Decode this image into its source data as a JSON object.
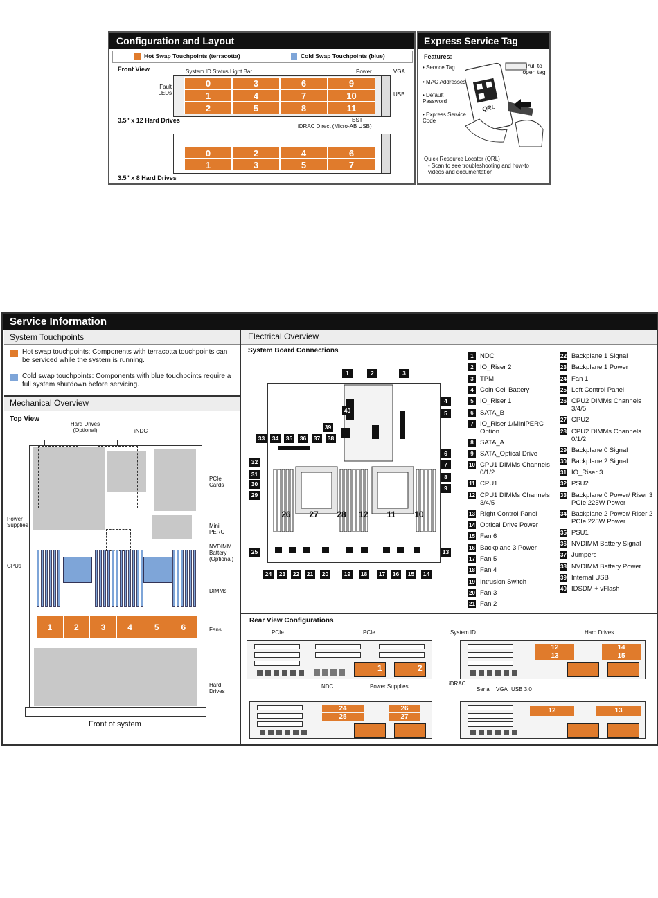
{
  "config": {
    "title": "Configuration and Layout",
    "hot_legend": "Hot Swap Touchpoints (terracotta)",
    "cold_legend": "Cold Swap Touchpoints (blue)",
    "front_view": "Front View",
    "labels": {
      "system_id": "System ID Status Light Bar",
      "fault_leds": "Fault LEDs",
      "power": "Power",
      "vga": "VGA",
      "usb": "USB",
      "est": "EST",
      "idrac_direct": "iDRAC Direct (Micro-AB USB)"
    },
    "drives12_caption": "3.5\" x 12 Hard Drives",
    "drives8_caption": "3.5\" x 8 Hard Drives",
    "drives12": [
      [
        "0",
        "3",
        "6",
        "9"
      ],
      [
        "1",
        "4",
        "7",
        "10"
      ],
      [
        "2",
        "5",
        "8",
        "11"
      ]
    ],
    "drives8": [
      [
        "0",
        "2",
        "4",
        "6"
      ],
      [
        "1",
        "3",
        "5",
        "7"
      ]
    ]
  },
  "express": {
    "title": "Express Service Tag",
    "features_label": "Features:",
    "features": [
      "Service Tag",
      "MAC Addresses",
      "Default Password",
      "Express Service Code"
    ],
    "qrl": "Quick Resource Locator (QRL)",
    "qrl_sub": "- Scan to see troubleshooting and how-to videos and documentation",
    "pull": "Pull to open tag",
    "qrl_tag": "QRL"
  },
  "service": {
    "title": "Service Information",
    "touchpoints_title": "System Touchpoints",
    "hot_text": "Hot swap touchpoints: Components with terracotta touchpoints can be serviced while the system is running.",
    "cold_text": "Cold swap touchpoints: Components with blue touchpoints require a full system shutdown before servicing.",
    "mechanical_title": "Mechanical Overview",
    "top_view": "Top View",
    "mech_labels": {
      "hard_drives_opt": "Hard Drives (Optional)",
      "indc": "iNDC",
      "pcie_cards": "PCIe Cards",
      "power_supplies": "Power Supplies",
      "mini_perc": "Mini PERC",
      "nvdimm": "NVDIMM Battery (Optional)",
      "cpus": "CPUs",
      "dimms": "DIMMs",
      "fans": "Fans",
      "hard_drives": "Hard Drives",
      "front": "Front of system"
    },
    "fans": [
      "1",
      "2",
      "3",
      "4",
      "5",
      "6"
    ]
  },
  "electrical": {
    "title": "Electrical Overview",
    "board_title": "System Board Connections",
    "legend_left": [
      {
        "n": "1",
        "t": "NDC"
      },
      {
        "n": "2",
        "t": "IO_Riser 2"
      },
      {
        "n": "3",
        "t": "TPM"
      },
      {
        "n": "4",
        "t": "Coin Cell Battery"
      },
      {
        "n": "5",
        "t": "IO_Riser 1"
      },
      {
        "n": "6",
        "t": "SATA_B"
      },
      {
        "n": "7",
        "t": "IO_Riser 1/MiniPERC Option"
      },
      {
        "n": "8",
        "t": "SATA_A"
      },
      {
        "n": "9",
        "t": "SATA_Optical Drive"
      },
      {
        "n": "10",
        "t": "CPU1 DIMMs Channels 0/1/2"
      },
      {
        "n": "11",
        "t": "CPU1"
      },
      {
        "n": "12",
        "t": "CPU1 DIMMs Channels 3/4/5"
      },
      {
        "n": "13",
        "t": "Right Control Panel"
      },
      {
        "n": "14",
        "t": "Optical Drive Power"
      },
      {
        "n": "15",
        "t": "Fan 6"
      },
      {
        "n": "16",
        "t": "Backplane 3 Power"
      },
      {
        "n": "17",
        "t": "Fan 5"
      },
      {
        "n": "18",
        "t": "Fan 4"
      },
      {
        "n": "19",
        "t": "Intrusion Switch"
      },
      {
        "n": "20",
        "t": "Fan 3"
      },
      {
        "n": "21",
        "t": "Fan 2"
      }
    ],
    "legend_right": [
      {
        "n": "22",
        "t": "Backplane 1 Signal"
      },
      {
        "n": "23",
        "t": "Backplane 1 Power"
      },
      {
        "n": "24",
        "t": "Fan 1"
      },
      {
        "n": "25",
        "t": "Left Control Panel"
      },
      {
        "n": "26",
        "t": "CPU2 DIMMs Channels 3/4/5"
      },
      {
        "n": "27",
        "t": "CPU2"
      },
      {
        "n": "28",
        "t": "CPU2 DIMMs Channels 0/1/2"
      },
      {
        "n": "29",
        "t": "Backplane 0 Signal"
      },
      {
        "n": "30",
        "t": "Backplane 2 Signal"
      },
      {
        "n": "31",
        "t": "IO_Riser 3"
      },
      {
        "n": "32",
        "t": "PSU2"
      },
      {
        "n": "33",
        "t": "Backplane 0 Power/ Riser 3 PCIe 225W Power"
      },
      {
        "n": "34",
        "t": "Backplane 2 Power/ Riser 2 PCIe 225W Power"
      },
      {
        "n": "35",
        "t": "PSU1"
      },
      {
        "n": "36",
        "t": "NVDIMM Battery Signal"
      },
      {
        "n": "37",
        "t": "Jumpers"
      },
      {
        "n": "38",
        "t": "NVDIMM Battery Power"
      },
      {
        "n": "39",
        "t": "Internal USB"
      },
      {
        "n": "40",
        "t": "IDSDM + vFlash"
      }
    ]
  },
  "rear": {
    "title": "Rear View Configurations",
    "labels": {
      "pcie1": "PCIe",
      "pcie2": "PCIe",
      "ndc": "NDC",
      "psus": "Power Supplies",
      "system_id": "System ID",
      "hard_drives": "Hard Drives",
      "idrac": "iDRAC",
      "serial": "Serial",
      "vga": "VGA",
      "usb3": "USB 3.0"
    },
    "psu_nums": [
      "1",
      "2"
    ],
    "cfg2_drives": [
      "12",
      "14",
      "13",
      "15"
    ],
    "cfg3_drives": [
      "24",
      "26",
      "25",
      "27"
    ],
    "cfg4_drives": [
      "12",
      "13"
    ]
  },
  "colors": {
    "terracotta": "#e07b2c",
    "blue": "#7ea5d8",
    "gray": "#c8c8c8"
  }
}
